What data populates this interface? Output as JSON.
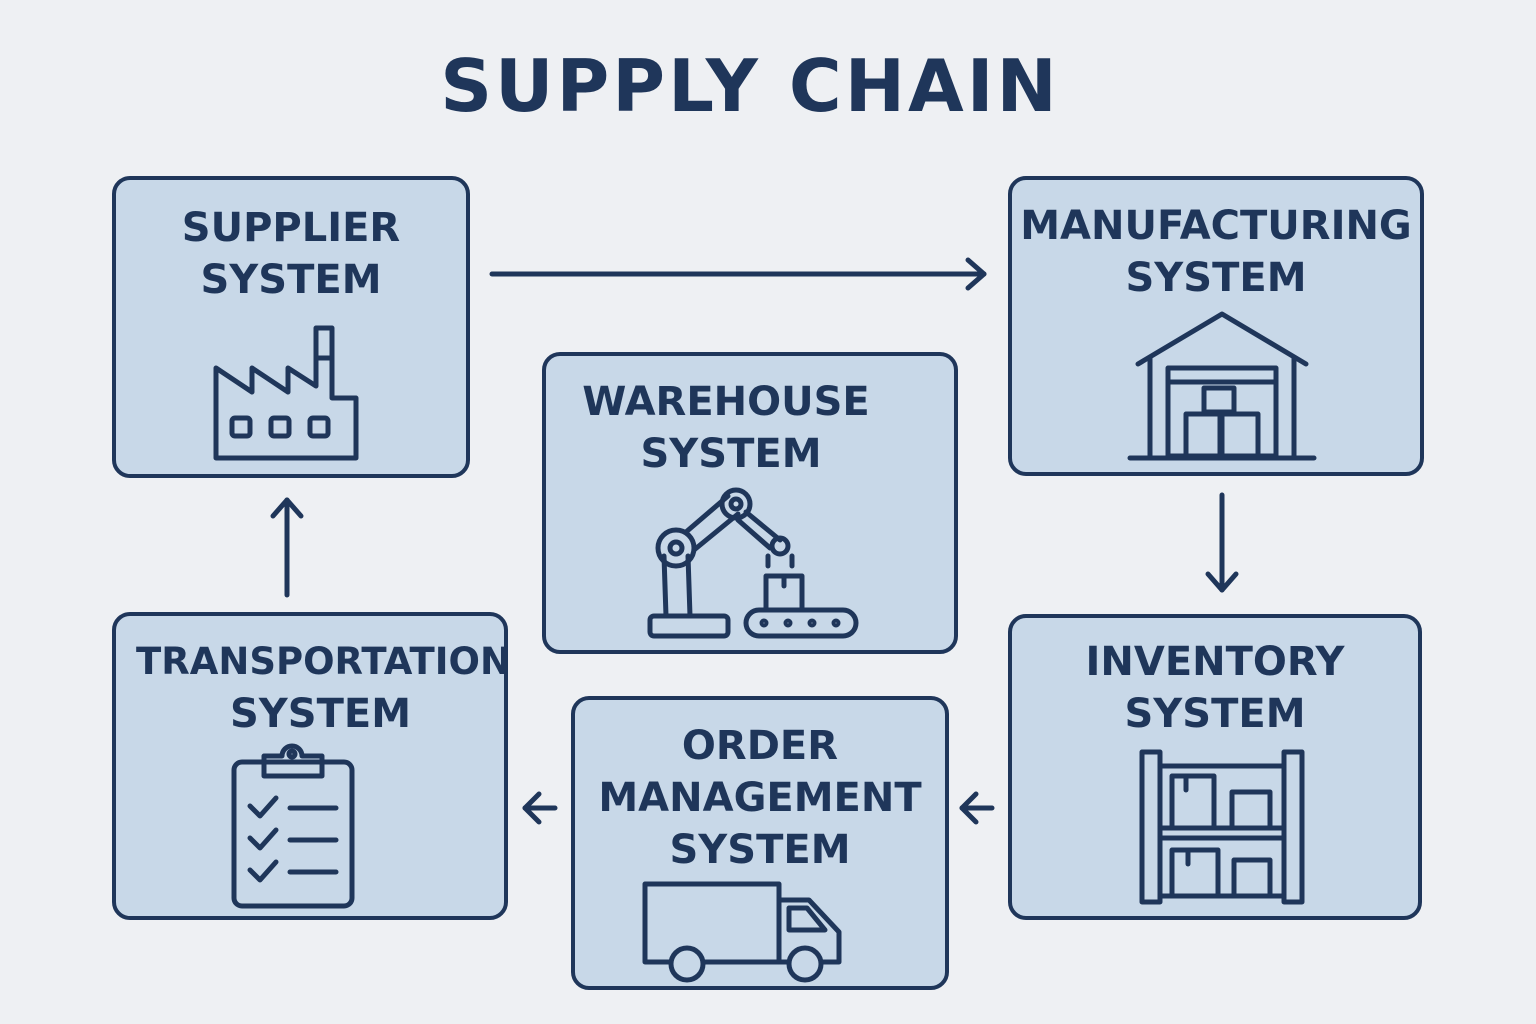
{
  "title": "SUPPLY CHAIN",
  "colors": {
    "background": "#eef0f3",
    "box_fill": "#c8d8e8",
    "stroke": "#1f365a"
  },
  "nodes": {
    "supplier": {
      "line1": "SUPPLIER",
      "line2": "SYSTEM",
      "icon": "factory-icon"
    },
    "manufacturing": {
      "line1": "MANUFACTURING",
      "line2": "SYSTEM",
      "icon": "warehouse-building-icon"
    },
    "warehouse": {
      "line1": "WAREHOUSE",
      "line2": "SYSTEM",
      "icon": "robot-arm-conveyor-icon"
    },
    "inventory": {
      "line1": "INVENTORY",
      "line2": "SYSTEM",
      "icon": "shelving-boxes-icon"
    },
    "order": {
      "line1": "ORDER",
      "line2": "MANAGEMENT",
      "line3": "SYSTEM",
      "icon": "delivery-truck-icon"
    },
    "transportation": {
      "line1": "TRANSPORTATION",
      "line2": "SYSTEM",
      "icon": "clipboard-checklist-icon"
    }
  },
  "flow": [
    {
      "from": "supplier",
      "to": "manufacturing"
    },
    {
      "from": "manufacturing",
      "to": "inventory"
    },
    {
      "from": "inventory",
      "to": "order"
    },
    {
      "from": "order",
      "to": "transportation"
    },
    {
      "from": "transportation",
      "to": "supplier"
    }
  ]
}
